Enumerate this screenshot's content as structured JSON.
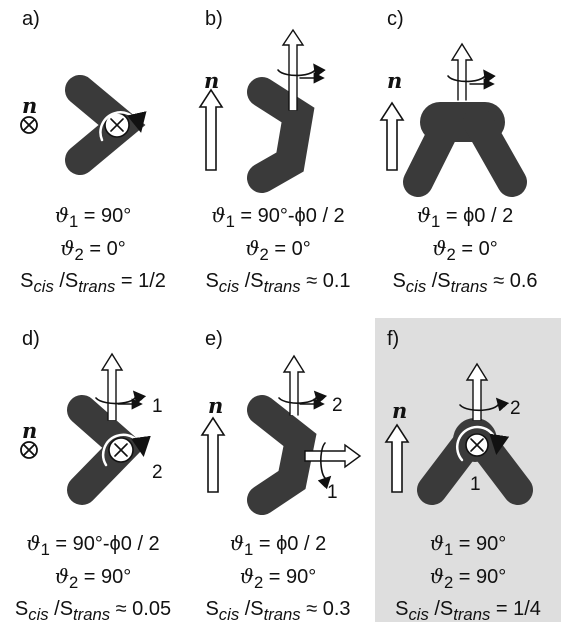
{
  "panels": [
    {
      "label": "a)",
      "n": "n",
      "theta1": "90°",
      "theta2": "0°",
      "ratio": "= 1/2"
    },
    {
      "label": "b)",
      "n": "n",
      "theta1": "90°-ϕ0 / 2",
      "theta2": "0°",
      "ratio": "≈ 0.1"
    },
    {
      "label": "c)",
      "n": "n",
      "theta1": "ϕ0 / 2",
      "theta2": "0°",
      "ratio": "≈ 0.6"
    },
    {
      "label": "d)",
      "n": "n",
      "theta1": "90°-ϕ0 / 2",
      "theta2": "90°",
      "ratio": "≈ 0.05",
      "rot1": "1",
      "rot2": "2"
    },
    {
      "label": "e)",
      "n": "n",
      "theta1": "ϕ0 / 2",
      "theta2": "90°",
      "ratio": "≈ 0.3",
      "rot1": "2",
      "rot2": "1"
    },
    {
      "label": "f)",
      "n": "n",
      "theta1": "90°",
      "theta2": "90°",
      "ratio": "= 1/4",
      "rot1": "2",
      "rot2": "1"
    }
  ],
  "symbols": {
    "theta1": "ϑ1",
    "theta2": "ϑ2",
    "scis": "cis",
    "strans": "trans",
    "S": "S",
    "sep": "/"
  },
  "colors": {
    "molecule": "#3a3a3a",
    "shade": "#dedede"
  }
}
